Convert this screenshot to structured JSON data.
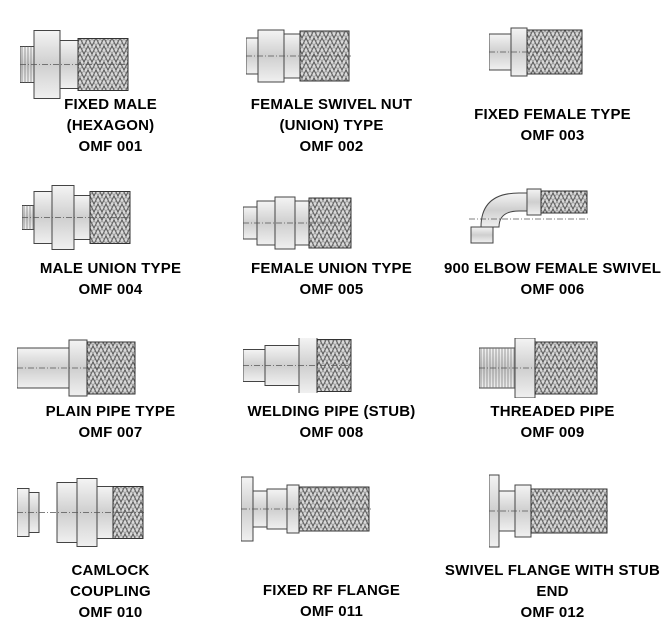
{
  "fittings": [
    {
      "icon": "fixed-male-hexagon-fitting-icon",
      "lines": [
        "FIXED MALE",
        "(HEXAGON)"
      ],
      "code": "OMF 001"
    },
    {
      "icon": "female-swivel-nut-fitting-icon",
      "lines": [
        "FEMALE SWIVEL NUT",
        "(UNION) TYPE"
      ],
      "code": "OMF 002"
    },
    {
      "icon": "fixed-female-fitting-icon",
      "lines": [
        "FIXED FEMALE TYPE"
      ],
      "code": "OMF 003"
    },
    {
      "icon": "male-union-fitting-icon",
      "lines": [
        "MALE UNION TYPE"
      ],
      "code": "OMF 004"
    },
    {
      "icon": "female-union-fitting-icon",
      "lines": [
        "FEMALE UNION TYPE"
      ],
      "code": "OMF 005"
    },
    {
      "icon": "elbow-female-swivel-fitting-icon",
      "lines": [
        "900 ELBOW FEMALE SWIVEL"
      ],
      "code": "OMF 006"
    },
    {
      "icon": "plain-pipe-fitting-icon",
      "lines": [
        "PLAIN PIPE TYPE"
      ],
      "code": "OMF 007"
    },
    {
      "icon": "welding-pipe-stub-fitting-icon",
      "lines": [
        "WELDING PIPE (STUB)"
      ],
      "code": "OMF 008"
    },
    {
      "icon": "threaded-pipe-fitting-icon",
      "lines": [
        "THREADED PIPE"
      ],
      "code": "OMF 009"
    },
    {
      "icon": "camlock-coupling-fitting-icon",
      "lines": [
        "CAMLOCK",
        "COUPLING"
      ],
      "code": "OMF 010"
    },
    {
      "icon": "fixed-rf-flange-fitting-icon",
      "lines": [
        "FIXED RF FLANGE"
      ],
      "code": "OMF 011"
    },
    {
      "icon": "swivel-flange-stub-end-fitting-icon",
      "lines": [
        "SWIVEL FLANGE WITH STUB",
        "END"
      ],
      "code": "OMF 012"
    }
  ]
}
